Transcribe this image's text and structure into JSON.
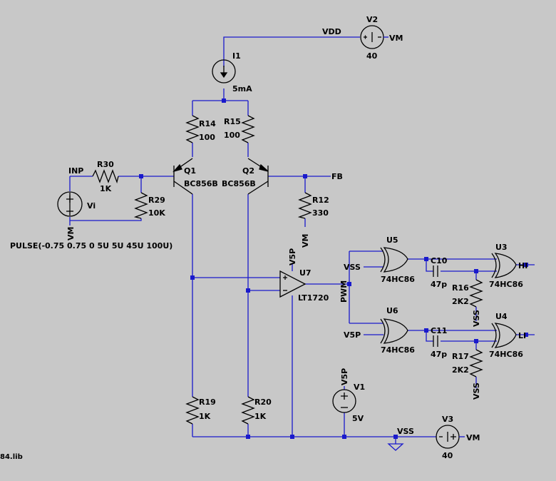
{
  "labels": {
    "vdd": "VDD",
    "v2": "V2",
    "v2_val": "40",
    "v2_net": "VM",
    "i1": "I1",
    "i1_val": "5mA",
    "r14": "R14",
    "r14_val": "100",
    "r15": "R15",
    "r15_val": "100",
    "q1": "Q1",
    "q1_part": "BC856B",
    "q2": "Q2",
    "q2_part": "BC856B",
    "inp": "INP",
    "r30": "R30",
    "r30_val": "1K",
    "r29": "R29",
    "r29_val": "10K",
    "vi": "Vi",
    "vi_net": "VM",
    "pulse": "PULSE(-0.75 0.75 0 5U 5U 45U 100U)",
    "fb": "FB",
    "r12": "R12",
    "r12_val": "330",
    "r12_net": "VM",
    "u7": "U7",
    "u7_part": "LT1720",
    "u7_net": "V5P",
    "pwm": "PWM",
    "u5": "U5",
    "u5_part": "74HC86",
    "u5_net": "VSS",
    "u6": "U6",
    "u6_part": "74HC86",
    "u6_net": "V5P",
    "c10": "C10",
    "c10_val": "47p",
    "c11": "C11",
    "c11_val": "47p",
    "r16": "R16",
    "r16_val": "2K2",
    "r16_net": "VSS",
    "r17": "R17",
    "r17_val": "2K2",
    "r17_net": "VSS",
    "u3": "U3",
    "u3_part": "74HC86",
    "hi": "HI",
    "u4": "U4",
    "u4_part": "74HC86",
    "li": "LI",
    "r19": "R19",
    "r19_val": "1K",
    "r20": "R20",
    "r20_val": "1K",
    "v1": "V1",
    "v1_val": "5V",
    "v1_net": "V5P",
    "vss": "VSS",
    "v3": "V3",
    "v3_val": "40",
    "v3_net": "VM",
    "lib": "84.lib"
  }
}
